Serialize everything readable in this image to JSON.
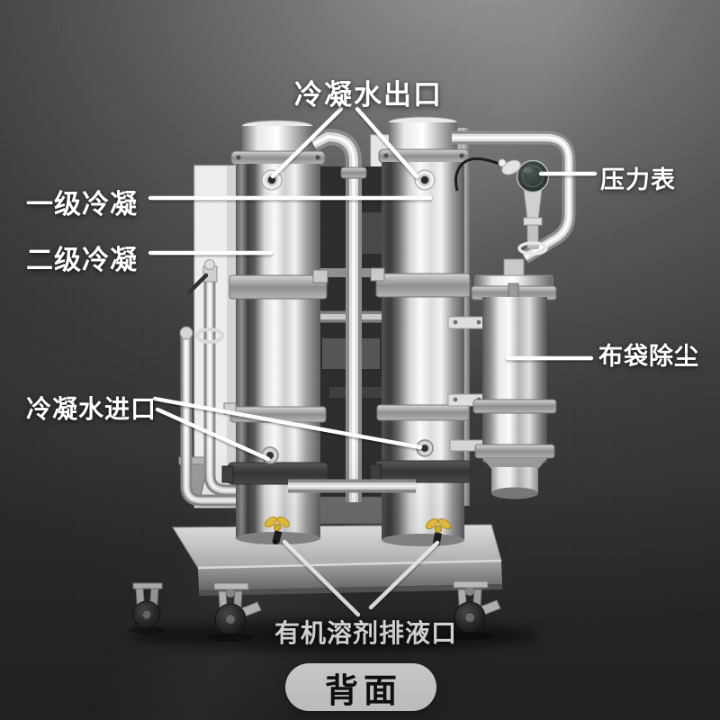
{
  "page": {
    "view_label": "背面"
  },
  "annotations": {
    "condensate_outlet": {
      "label": "冷凝水出口"
    },
    "primary_condenser": {
      "label": "一级冷凝"
    },
    "secondary_condenser": {
      "label": "二级冷凝"
    },
    "pressure_gauge": {
      "label": "压力表"
    },
    "bag_dust_filter": {
      "label": "布袋除尘"
    },
    "condensate_inlet": {
      "label": "冷凝水进口"
    },
    "organic_solvent_drain": {
      "label": "有机溶剂排液口"
    }
  },
  "colors": {
    "annotation_text": "#ffffff",
    "callout_line": "#ffffff",
    "badge_background": "#ffffff",
    "badge_text": "#111111",
    "valve_handle_yellow": "#f2c53d",
    "steel_highlight": "#fafafa",
    "steel_shadow": "#555555",
    "background_light": "#979797",
    "background_dark": "#2a2a2a"
  }
}
